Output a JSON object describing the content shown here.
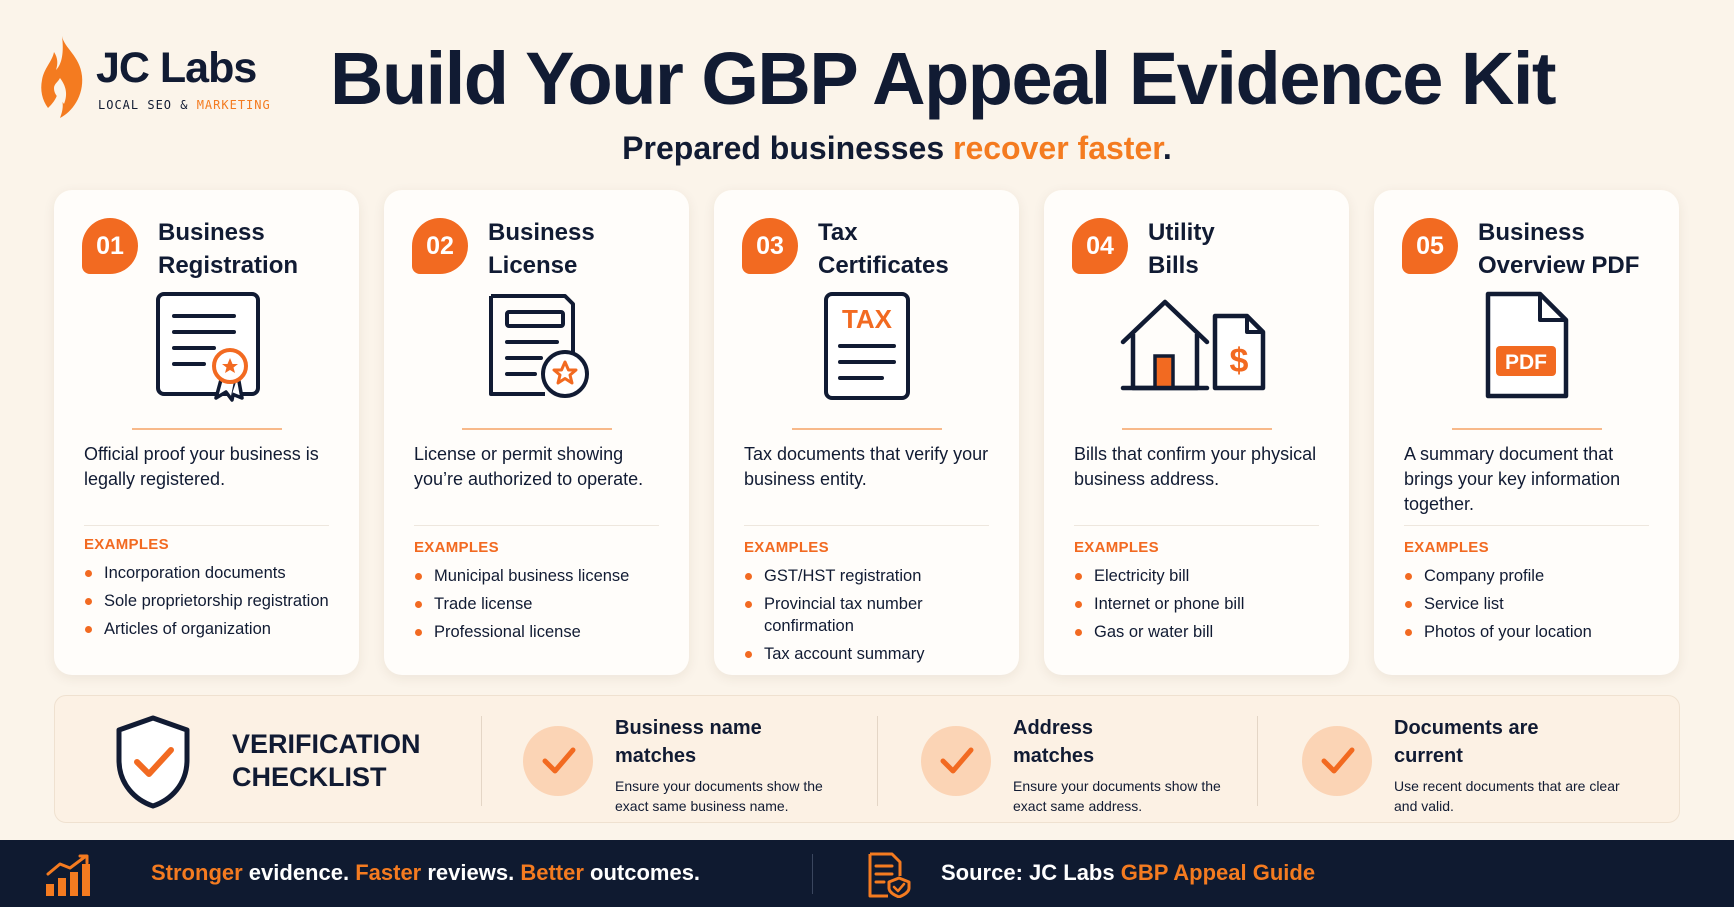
{
  "brand": {
    "name": "JC Labs",
    "tagline_part1": "LOCAL SEO & ",
    "tagline_part2": "MARKETING"
  },
  "header": {
    "title": "Build Your GBP Appeal Evidence Kit",
    "subtitle_part1": "Prepared businesses ",
    "subtitle_accent": "recover faster",
    "subtitle_end": "."
  },
  "colors": {
    "accent": "#f26a21",
    "navy": "#111b33",
    "background": "#fbf4ea",
    "footer": "#0f1a30"
  },
  "examples_label": "EXAMPLES",
  "cards": [
    {
      "number": "01",
      "title_line1": "Business",
      "title_line2": "Registration",
      "icon": "certificate-icon",
      "description": "Official proof your business is legally registered.",
      "examples": [
        "Incorporation documents",
        "Sole proprietorship registration",
        "Articles of organization"
      ]
    },
    {
      "number": "02",
      "title_line1": "Business",
      "title_line2": "License",
      "icon": "license-icon",
      "description": "License or permit showing you’re authorized to operate.",
      "examples": [
        "Municipal business license",
        "Trade license",
        "Professional license"
      ]
    },
    {
      "number": "03",
      "title_line1": "Tax",
      "title_line2": "Certificates",
      "icon": "tax-document-icon",
      "icon_text": "TAX",
      "description": "Tax documents that verify your business entity.",
      "examples": [
        "GST/HST registration",
        "Provincial tax number confirmation",
        "Tax account summary"
      ]
    },
    {
      "number": "04",
      "title_line1": "Utility",
      "title_line2": "Bills",
      "icon": "house-bill-icon",
      "icon_text": "$",
      "description": "Bills that confirm your physical business address.",
      "examples": [
        "Electricity bill",
        "Internet or phone bill",
        "Gas or water bill"
      ]
    },
    {
      "number": "05",
      "title_line1": "Business",
      "title_line2": "Overview PDF",
      "icon": "pdf-icon",
      "icon_text": "PDF",
      "description": "A summary document that brings your key information together.",
      "examples": [
        "Company profile",
        "Service list",
        "Photos of your location"
      ]
    }
  ],
  "checklist": {
    "title_line1": "VERIFICATION",
    "title_line2": "CHECKLIST",
    "icon": "shield-check-icon",
    "items": [
      {
        "head_line1": "Business name",
        "head_line2": "matches",
        "sub": "Ensure your documents show the exact same business name."
      },
      {
        "head_line1": "Address",
        "head_line2": "matches",
        "sub": "Ensure your documents show the exact same address."
      },
      {
        "head_line1": "Documents are",
        "head_line2": "current",
        "sub": "Use recent documents that are clear and valid."
      }
    ]
  },
  "footer": {
    "icon_left": "growth-chart-icon",
    "slogan": [
      {
        "t": "Stronger",
        "accent": true
      },
      {
        "t": " evidence. ",
        "accent": false
      },
      {
        "t": "Faster",
        "accent": true
      },
      {
        "t": " reviews. ",
        "accent": false
      },
      {
        "t": "Better",
        "accent": true
      },
      {
        "t": " outcomes.",
        "accent": false
      }
    ],
    "icon_right": "document-shield-icon",
    "source_label": "Source: JC Labs ",
    "source_link": "GBP Appeal Guide"
  }
}
